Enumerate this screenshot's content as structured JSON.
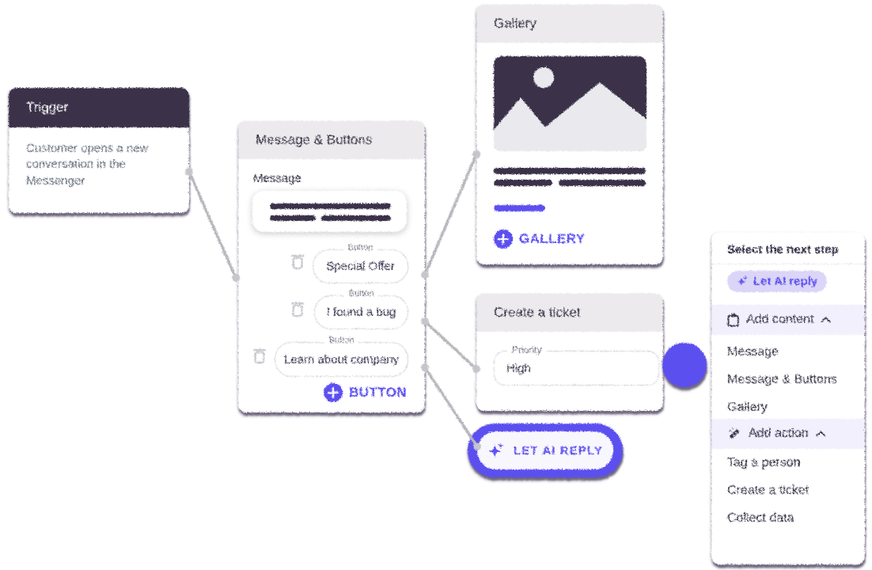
{
  "colors": {
    "accent_purple": "#5B4FF0",
    "dark_purple": "#3A3148",
    "card_header_gray": "#ECEAED",
    "chip_bg": "#DBD5F7",
    "section_row_bg": "#F2F0FC",
    "muted_text": "#68717F",
    "connector_gray": "#B8B7BD"
  },
  "trigger_card": {
    "title": "Trigger",
    "description": "Customer opens a new conversation in the Messenger"
  },
  "message_buttons_card": {
    "title": "Message & Buttons",
    "message_label": "Message",
    "button_legend": "Button",
    "buttons": [
      "Special Offer",
      "I found a bug",
      "Learn about company"
    ],
    "add_button_label": "BUTTON"
  },
  "gallery_card": {
    "title": "Gallery",
    "add_gallery_label": "GALLERY"
  },
  "ticket_card": {
    "title": "Create a ticket",
    "priority_label": "Priority",
    "priority_value": "High"
  },
  "ai_reply_pill": {
    "label": "LET AI REPLY"
  },
  "next_step_panel": {
    "title": "Select the next step",
    "ai_chip_label": "Let AI reply",
    "add_content_label": "Add content",
    "content_items": [
      "Message",
      "Message & Buttons",
      "Gallery"
    ],
    "add_action_label": "Add action",
    "action_items": [
      "Tag a person",
      "Create a ticket",
      "Collect data"
    ]
  }
}
